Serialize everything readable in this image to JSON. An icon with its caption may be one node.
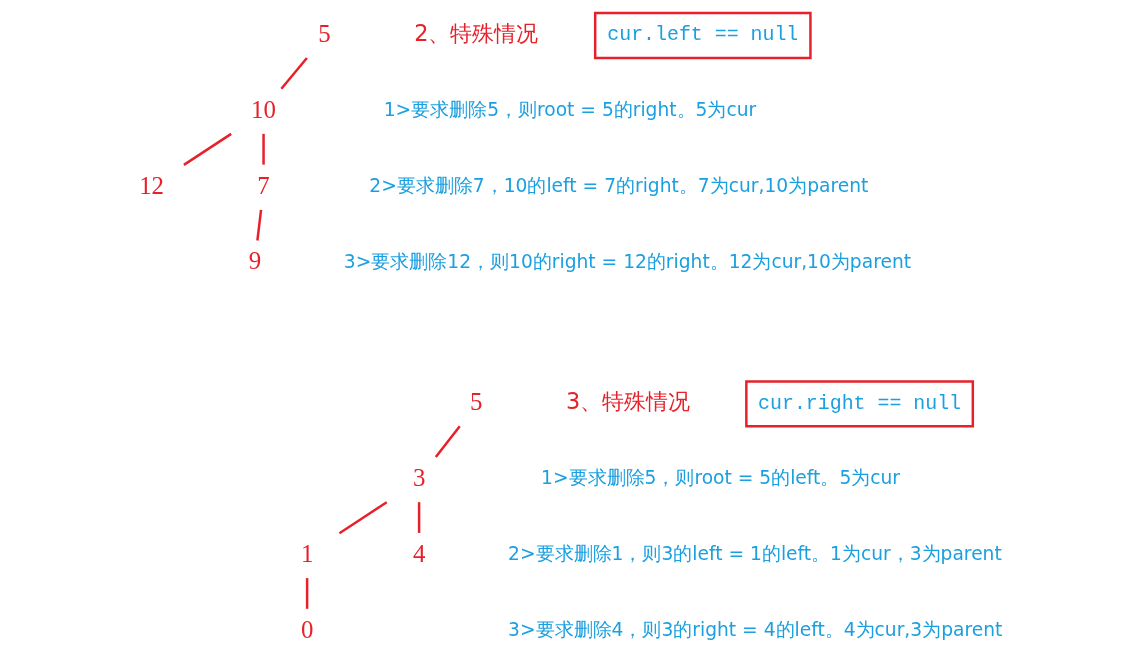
{
  "diagram": {
    "nodes": [
      {
        "text": [
          "5"
        ]
      },
      {
        "text": [
          "10"
        ]
      },
      {
        "text": [
          "7"
        ]
      },
      {
        "text": [
          "12"
        ]
      },
      {
        "text": [
          "9"
        ]
      },
      {
        "text": [
          "cur.left == null"
        ]
      },
      {
        "text": [
          "5"
        ]
      },
      {
        "text": [
          "3"
        ]
      },
      {
        "text": [
          "1"
        ]
      },
      {
        "text": [
          "4"
        ]
      },
      {
        "text": [
          "0"
        ]
      },
      {
        "text": [
          "cur.right == null"
        ]
      }
    ],
    "edges": [
      {
        "from": 0,
        "to": 1,
        "arrow": "none"
      },
      {
        "from": 1,
        "to": 2,
        "arrow": "none"
      },
      {
        "from": 1,
        "to": 3,
        "arrow": "none"
      },
      {
        "from": 2,
        "to": 4,
        "arrow": "none"
      },
      {
        "from": 6,
        "to": 7,
        "arrow": "none"
      },
      {
        "from": 7,
        "to": 8,
        "arrow": "none"
      },
      {
        "from": 7,
        "to": 9,
        "arrow": "none"
      },
      {
        "from": 8,
        "to": 10,
        "arrow": "none"
      }
    ],
    "labels": [
      "2、特殊情况",
      "1>要求删除5，则root = 5的right。5为cur",
      "2>要求删除7，10的left = 7的right。7为cur,10为parent",
      "3>要求删除12，则10的right = 12的right。12为cur,10为parent",
      "3、特殊情况",
      "1>要求删除5，则root = 5的left。5为cur",
      "2>要求删除1，则3的left = 1的left。1为cur，3为parent",
      "3>要求删除4，则3的right = 4的left。4为cur,3为parent"
    ]
  }
}
